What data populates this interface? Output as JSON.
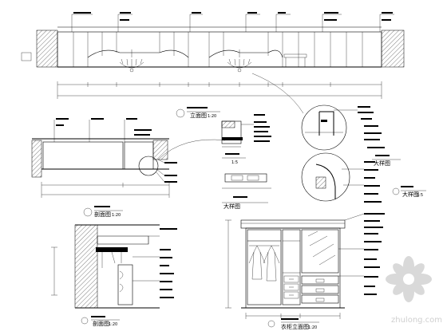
{
  "drawing": {
    "views": {
      "top_elevation": {
        "title": "立面图",
        "scale": "1:20"
      },
      "middle_elevation": {
        "title": "剖面图",
        "scale": "1:20"
      },
      "detail_small": {
        "title": "大样图",
        "scale": "1:5"
      },
      "detail_right": {
        "title": "大样图",
        "scale": "1:5"
      },
      "wardrobe": {
        "title": "衣柜立面图",
        "scale": "1:20"
      }
    },
    "watermark": "zhulong.com"
  },
  "colors": {
    "line": "#000000",
    "background": "#ffffff",
    "watermark": "#d9d9d9"
  }
}
